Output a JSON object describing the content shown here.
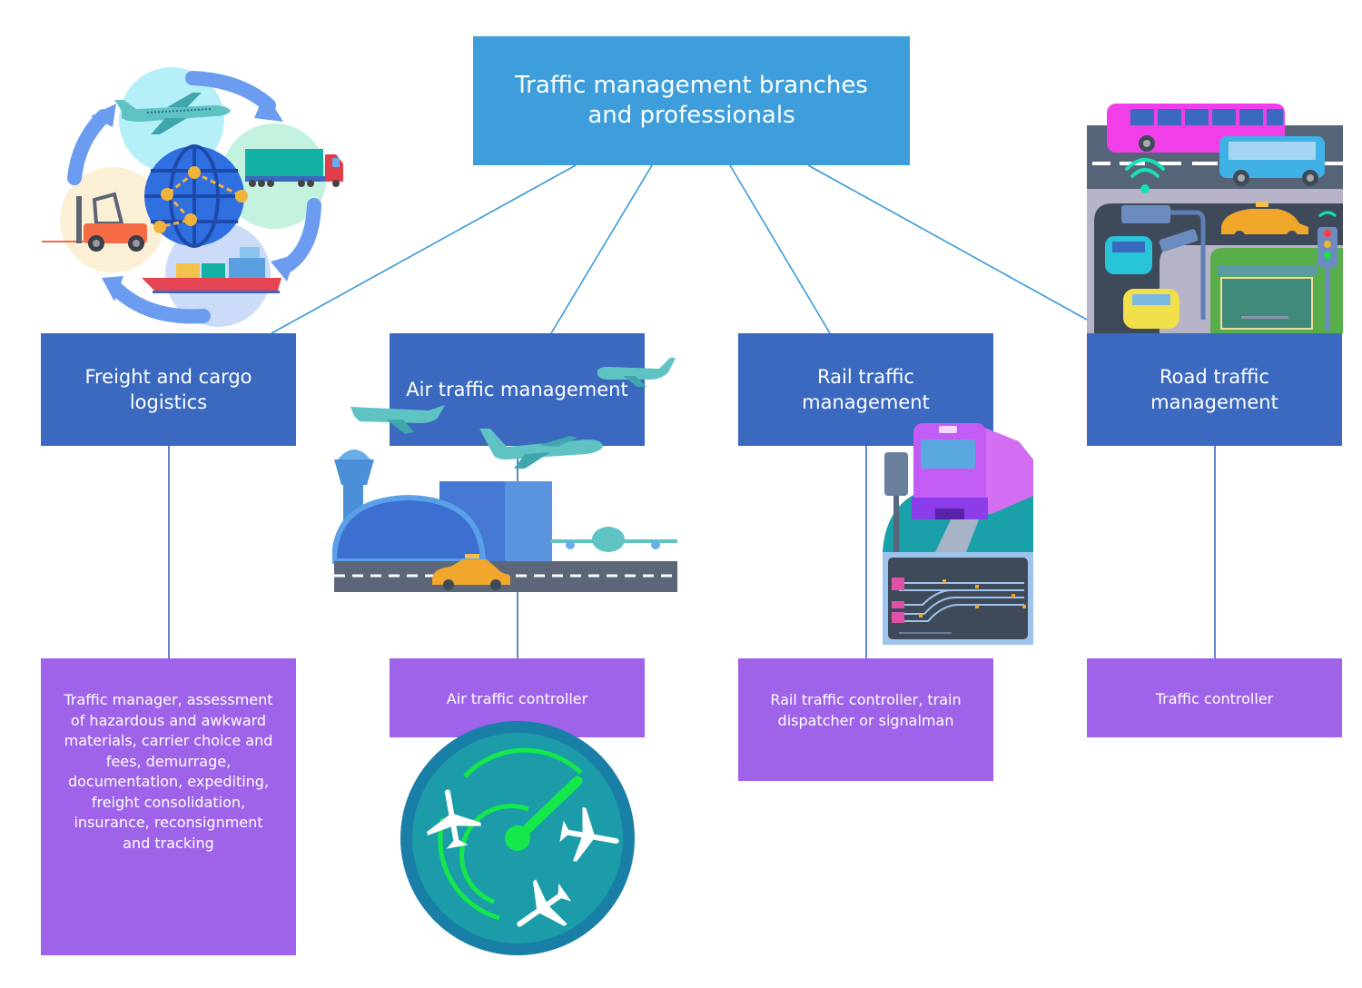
{
  "diagram": {
    "title": "Traffic management branches and professionals",
    "colors": {
      "root": "#3d9edb",
      "branch": "#3b69c0",
      "role": "#9e63e8",
      "connector": "#3a9ad9",
      "text": "#ffffff"
    },
    "branches": [
      {
        "label": "Freight and cargo logistics",
        "illustration": "logistics-cycle-illustration",
        "role": "Traffic manager, assessment of hazardous and awkward materials, carrier choice and fees, demurrage, documentation, expediting, freight consolidation, insurance, reconsignment and tracking"
      },
      {
        "label": "Air traffic management",
        "illustration": "airport-illustration",
        "role": "Air traffic controller",
        "role_illustration": "radar-icon"
      },
      {
        "label": "Rail traffic management",
        "illustration": "train-illustration",
        "role": "Rail traffic controller, train dispatcher or signalman"
      },
      {
        "label": "Road traffic management",
        "illustration": "city-road-illustration",
        "role": "Traffic controller"
      }
    ]
  }
}
